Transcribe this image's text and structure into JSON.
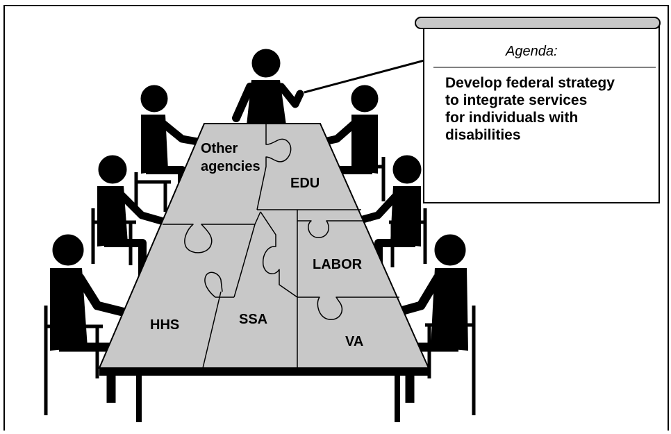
{
  "board": {
    "title": "Agenda:",
    "lines": [
      "Develop federal strategy",
      "to integrate services",
      "for individuals with",
      "disabilities"
    ]
  },
  "table": {
    "pieces": [
      {
        "id": "other",
        "lines": [
          "Other",
          "agencies"
        ]
      },
      {
        "id": "edu",
        "lines": [
          "EDU"
        ]
      },
      {
        "id": "labor",
        "lines": [
          "LABOR"
        ]
      },
      {
        "id": "hhs",
        "lines": [
          "HHS"
        ]
      },
      {
        "id": "ssa",
        "lines": [
          "SSA"
        ]
      },
      {
        "id": "va",
        "lines": [
          "VA"
        ]
      }
    ]
  },
  "colors": {
    "table_fill": "#c8c8c8",
    "figure": "#000000",
    "board_roll": "#c8c8c8"
  }
}
